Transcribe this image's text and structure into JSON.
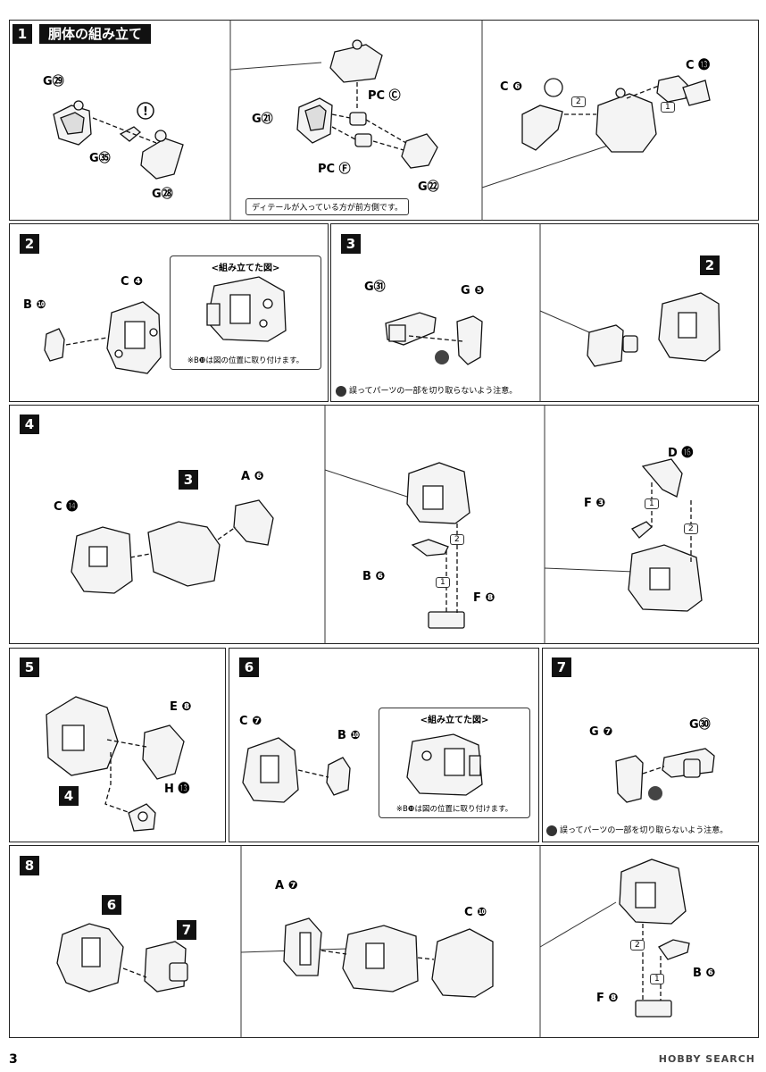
{
  "page_number": "3",
  "watermark": "HOBBY SEARCH",
  "step1": {
    "num": "1",
    "title": "胴体の組み立て",
    "labels": [
      "G㉙",
      "G㉟",
      "G㉘",
      "G㉑",
      "PC Ⓒ",
      "PC Ⓕ",
      "G㉒",
      "C ❻",
      "C ⓭"
    ],
    "callout": "ディテールが入っている方が前方側です。",
    "order": [
      "2",
      "1"
    ]
  },
  "step2": {
    "num": "2",
    "labels": [
      "B ❿",
      "C ❹"
    ],
    "sub_title": "<組み立てた図>",
    "sub_note": "※B❿は図の位置に取り付けます。"
  },
  "step3": {
    "num": "3",
    "labels": [
      "G㉛",
      "G ❺"
    ],
    "ref": "2",
    "note": "誤ってパーツの一部を切り取らないよう注意。"
  },
  "step4": {
    "num": "4",
    "labels": [
      "C ⓮",
      "A ❻",
      "B ❻",
      "F ❽",
      "F ❸",
      "D ⓰"
    ],
    "ref": "3",
    "order": [
      "2",
      "1",
      "1",
      "2"
    ]
  },
  "step5": {
    "num": "5",
    "labels": [
      "E ❽",
      "H ⓭"
    ],
    "ref": "4"
  },
  "step6": {
    "num": "6",
    "labels": [
      "C ❼",
      "B ❿"
    ],
    "sub_title": "<組み立てた図>",
    "sub_note": "※B❿は図の位置に取り付けます。"
  },
  "step7": {
    "num": "7",
    "labels": [
      "G ❼",
      "G㉚"
    ],
    "note": "誤ってパーツの一部を切り取らないよう注意。"
  },
  "step8": {
    "num": "8",
    "labels": [
      "A ❼",
      "C ❿",
      "B ❻",
      "F ❽"
    ],
    "refs": [
      "6",
      "7"
    ],
    "order": [
      "2",
      "1"
    ]
  }
}
